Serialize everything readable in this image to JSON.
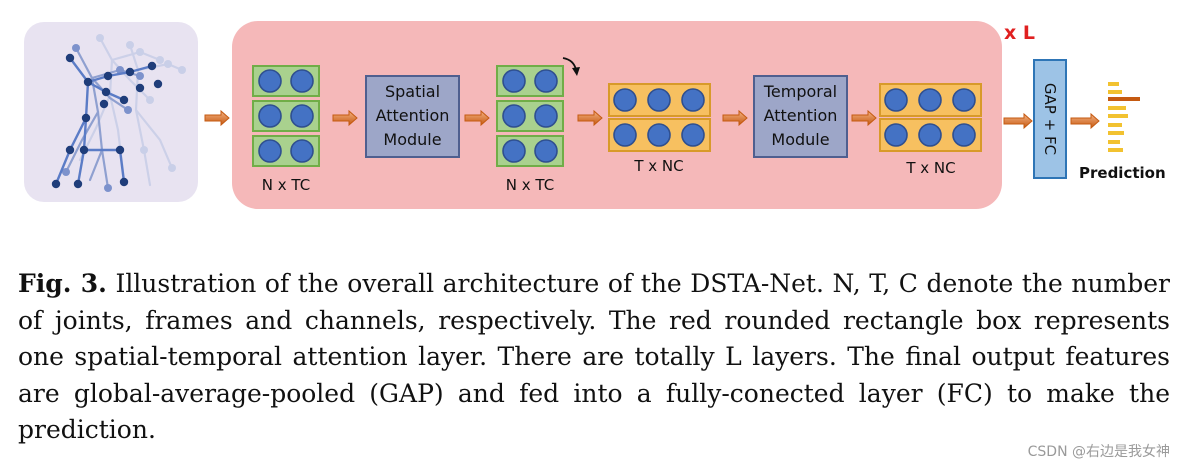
{
  "diagram": {
    "repeat_label": "x L",
    "labels": {
      "n_tc_1": "N x TC",
      "n_tc_2": "N x TC",
      "t_nc_1": "T x NC",
      "t_nc_2": "T x NC"
    },
    "spatial_module": [
      "Spatial",
      "Attention",
      "Module"
    ],
    "temporal_module": [
      "Temporal",
      "Attention",
      "Module"
    ],
    "gap_fc": "GAP + FC",
    "prediction": "Prediction"
  },
  "caption": {
    "label": "Fig. 3.",
    "text": "Illustration of the overall architecture of the DSTA-Net. N, T, C denote the number of joints, frames and channels, respectively. The red rounded rectangle box represents one spatial-temporal attention layer. There are totally L layers. The final output features are global-average-pooled (GAP) and fed into a fully-conected layer (FC) to make the prediction."
  },
  "watermark": "CSDN @右边是我女神",
  "colors": {
    "layer_box": "#f5b8b9",
    "skeleton_panel": "#e8e3f1",
    "tensor_green": "#a9d18e",
    "tensor_orange": "#f7c060",
    "joint_blue": "#4472c4",
    "module_fill": "#9da6c8",
    "gap_fill": "#9dc3e6",
    "arrow": "#c55a11",
    "repeat_red": "#e02020",
    "bars": "#f2c230"
  }
}
